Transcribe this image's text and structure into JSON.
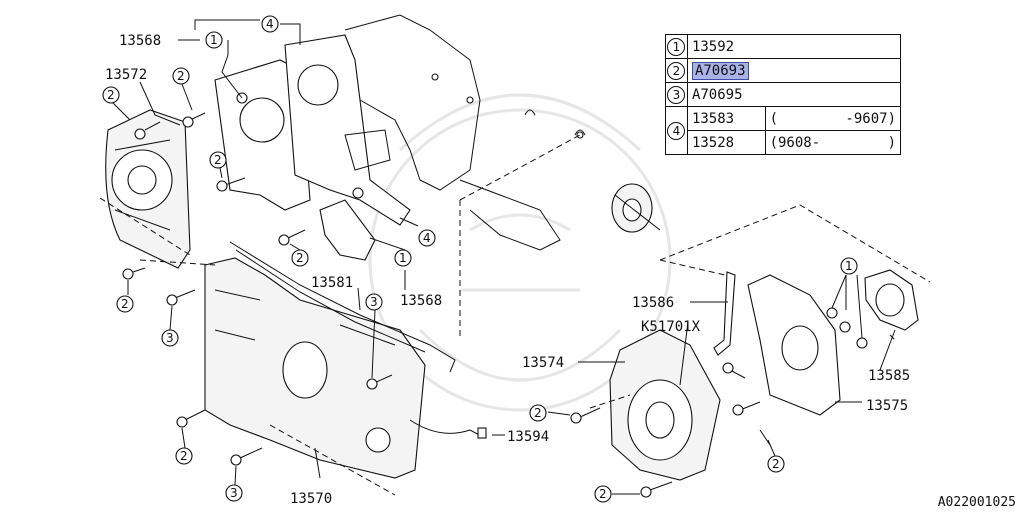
{
  "legend": {
    "rows": [
      {
        "key": "1",
        "part": "13592",
        "note": ""
      },
      {
        "key": "2",
        "part": "A70693",
        "note": "",
        "selected": true
      },
      {
        "key": "3",
        "part": "A70695",
        "note": ""
      },
      {
        "key": "4",
        "part": "13583",
        "note": "(        -9607)"
      },
      {
        "key": "4",
        "part": "13528",
        "note": "(9608-        )"
      }
    ]
  },
  "labels": {
    "l13568a": "13568",
    "l13572": "13572",
    "l13581": "13581",
    "l13568b": "13568",
    "l13574": "13574",
    "l13586": "13586",
    "lK51701X": "K51701X",
    "l13585": "13585",
    "l13575": "13575",
    "l13594": "13594",
    "l13570": "13570"
  },
  "callouts": {
    "c1": "1",
    "c2": "2",
    "c3": "3",
    "c4": "4"
  },
  "catalog_code": "A022001025",
  "colors": {
    "highlight": "#aab2e8",
    "line": "#111111"
  }
}
